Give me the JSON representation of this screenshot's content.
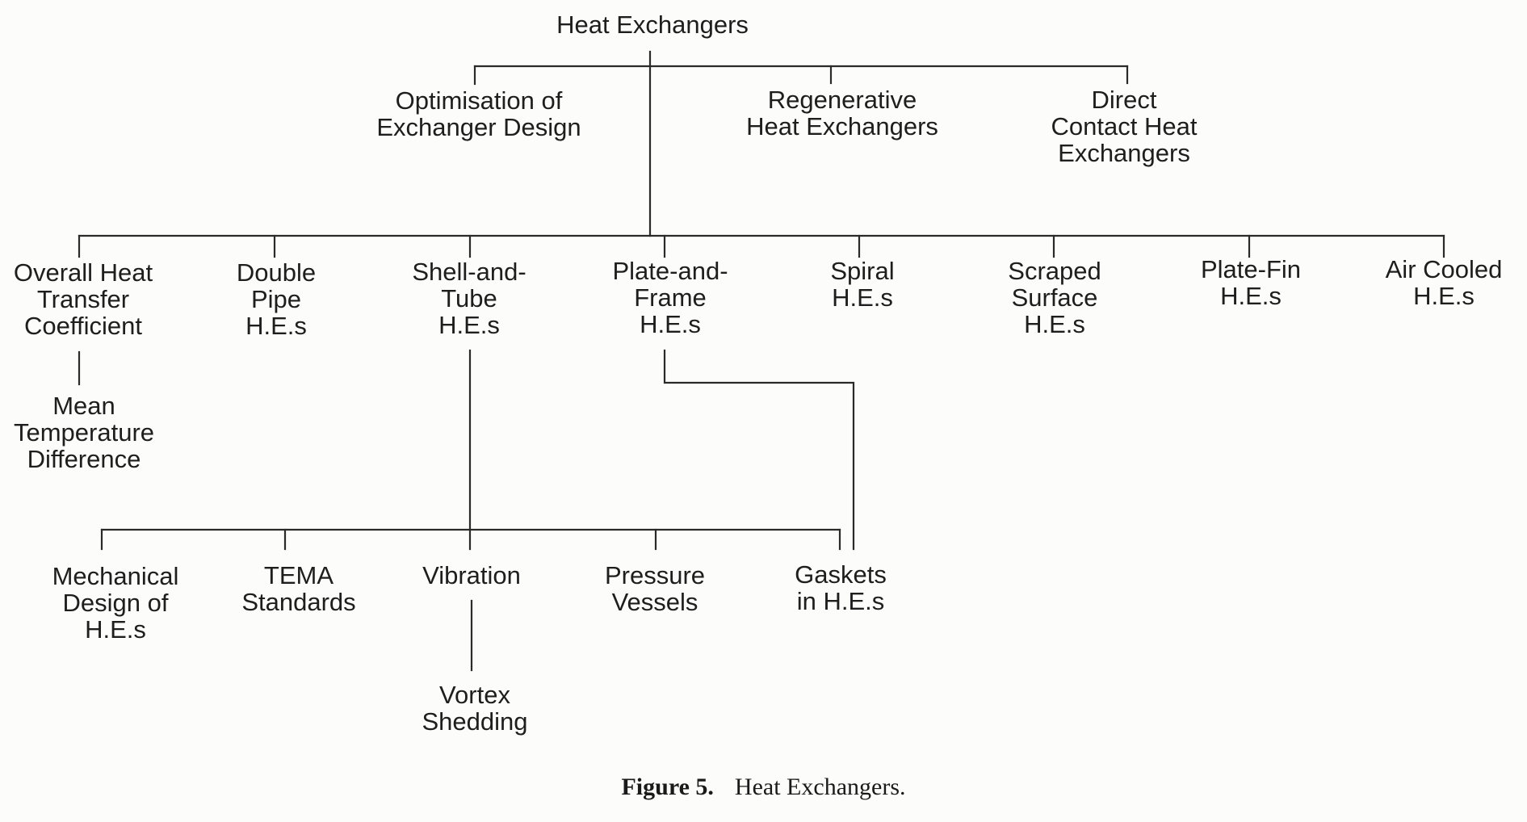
{
  "diagram": {
    "root": {
      "id": "root",
      "lines": [
        "Heat Exchangers"
      ]
    },
    "level1": [
      {
        "id": "optimisation",
        "lines": [
          "Optimisation of",
          "Exchanger Design"
        ]
      },
      {
        "id": "regenerative",
        "lines": [
          "Regenerative",
          "Heat Exchangers"
        ]
      },
      {
        "id": "direct-contact",
        "lines": [
          "Direct",
          "Contact Heat",
          "Exchangers"
        ]
      }
    ],
    "level2": [
      {
        "id": "overall-heat",
        "lines": [
          "Overall Heat",
          "Transfer",
          "Coefficient"
        ]
      },
      {
        "id": "double-pipe",
        "lines": [
          "Double",
          "Pipe",
          "H.E.s"
        ]
      },
      {
        "id": "shell-tube",
        "lines": [
          "Shell-and-",
          "Tube",
          "H.E.s"
        ]
      },
      {
        "id": "plate-frame",
        "lines": [
          "Plate-and-",
          "Frame",
          "H.E.s"
        ]
      },
      {
        "id": "spiral",
        "lines": [
          "Spiral",
          "H.E.s"
        ]
      },
      {
        "id": "scraped",
        "lines": [
          "Scraped",
          "Surface",
          "H.E.s"
        ]
      },
      {
        "id": "plate-fin",
        "lines": [
          "Plate-Fin",
          "H.E.s"
        ]
      },
      {
        "id": "air-cooled",
        "lines": [
          "Air Cooled",
          "H.E.s"
        ]
      }
    ],
    "mean_temp": {
      "id": "mean-temp",
      "lines": [
        "Mean",
        "Temperature",
        "Difference"
      ]
    },
    "level3": [
      {
        "id": "mechanical",
        "lines": [
          "Mechanical",
          "Design of",
          "H.E.s"
        ]
      },
      {
        "id": "tema",
        "lines": [
          "TEMA",
          "Standards"
        ]
      },
      {
        "id": "vibration",
        "lines": [
          "Vibration"
        ]
      },
      {
        "id": "pressure",
        "lines": [
          "Pressure",
          "Vessels"
        ]
      },
      {
        "id": "gaskets",
        "lines": [
          "Gaskets",
          "in H.E.s"
        ]
      }
    ],
    "vortex": {
      "id": "vortex",
      "lines": [
        "Vortex",
        "Shedding"
      ]
    }
  },
  "caption": {
    "label": "Figure 5.",
    "text": "Heat Exchangers."
  }
}
